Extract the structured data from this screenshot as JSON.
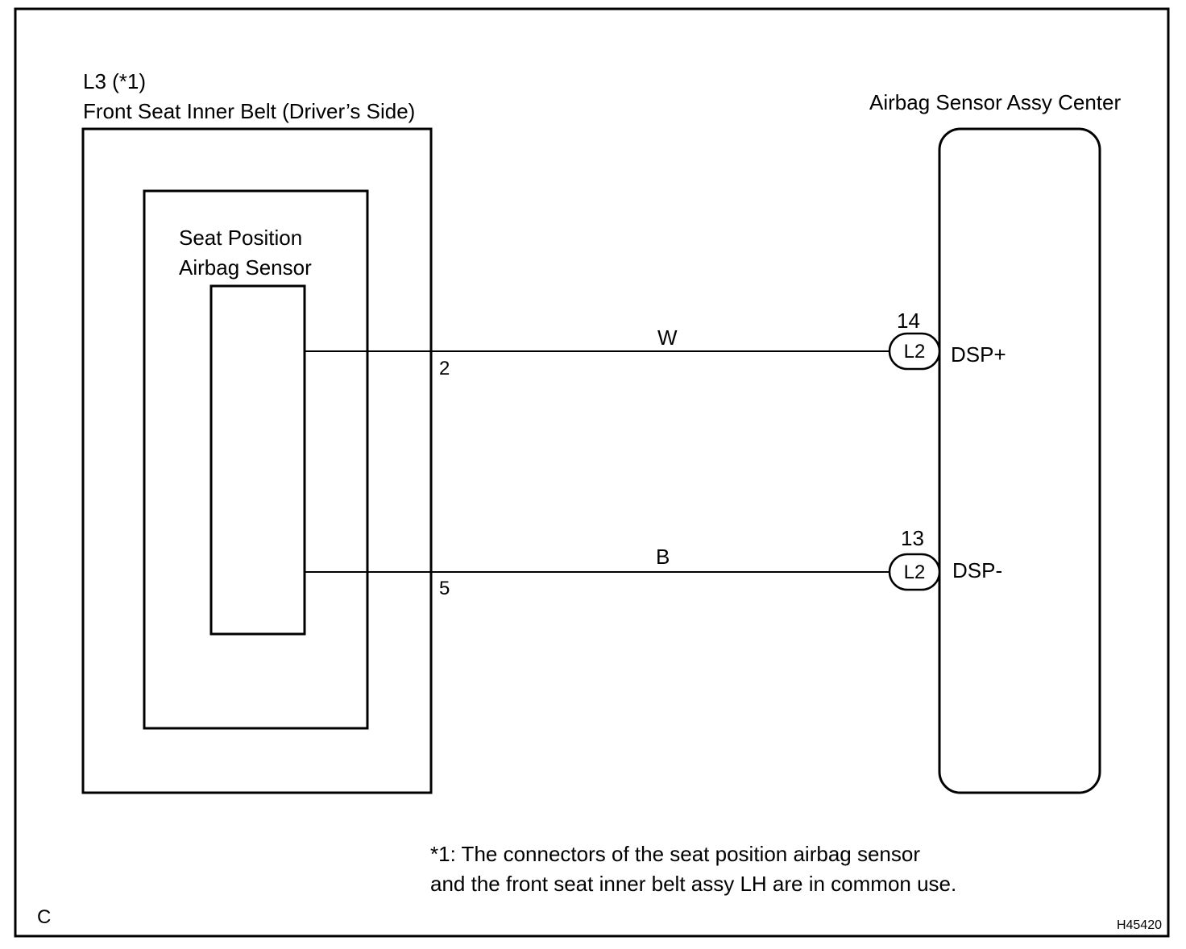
{
  "left_component": {
    "connector_code": "L3 (*1)",
    "name": "Front Seat Inner Belt (Driver’s Side)",
    "inner_label_line1": "Seat Position",
    "inner_label_line2": "Airbag Sensor"
  },
  "right_component": {
    "name": "Airbag Sensor Assy Center"
  },
  "wires": [
    {
      "color": "W",
      "left_pin": "2",
      "right_pin": "14",
      "connector": "L2",
      "signal": "DSP+"
    },
    {
      "color": "B",
      "left_pin": "5",
      "right_pin": "13",
      "connector": "L2",
      "signal": "DSP-"
    }
  ],
  "footnote": {
    "line1": "*1: The connectors of the seat position airbag sensor",
    "line2": "and the front seat inner belt assy LH are in common use."
  },
  "corner_label": "C",
  "figure_id": "H45420"
}
